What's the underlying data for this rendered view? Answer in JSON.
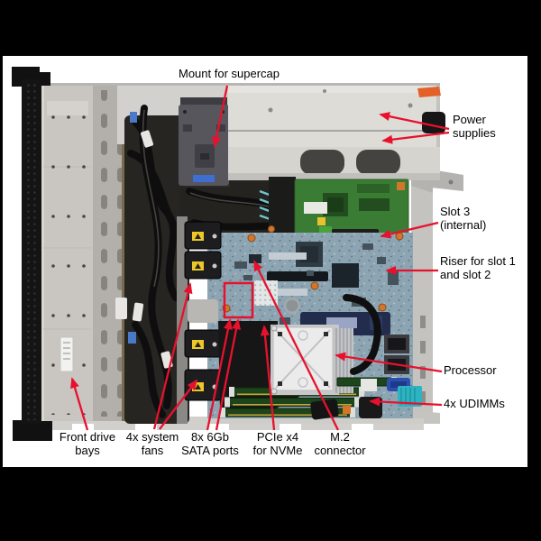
{
  "figure": {
    "description_visible": false
  },
  "annotations": {
    "mount_supercap": "Mount for supercap",
    "power_supplies": "Power\nsupplies",
    "slot3": "Slot 3\n(internal)",
    "riser": "Riser for slot 1\nand slot 2",
    "processor": "Processor",
    "udimms": "4x UDIMMs",
    "front_drive_bays": "Front drive\nbays",
    "system_fans": "4x system\nfans",
    "sata_ports": "8x 6Gb\nSATA ports",
    "pcie_nvme": "PCIe x4\nfor NVMe",
    "m2_connector": "M.2\nconnector"
  },
  "colors": {
    "annotation_red": "#e8112d",
    "frame_background": "#000000",
    "photo_background": "#ffffff",
    "chassis_gray": "#c9c6c1",
    "motherboard_blue": "#8da5b3",
    "pcb_green": "#3a7c34"
  }
}
